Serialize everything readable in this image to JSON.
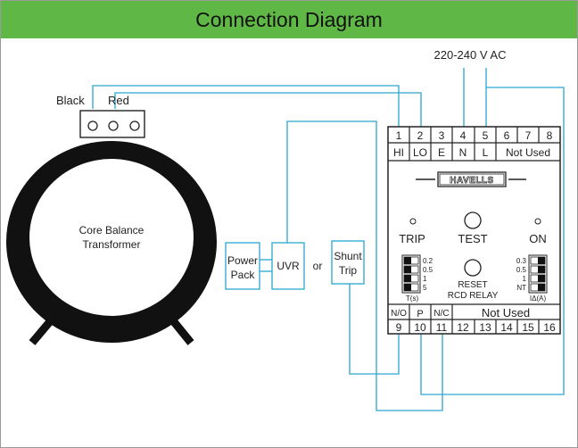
{
  "title": "Connection Diagram",
  "supply": "220-240 V AC",
  "wire_labels": {
    "black": "Black",
    "red": "Red"
  },
  "transformer": {
    "line1": "Core Balance",
    "line2": "Transformer"
  },
  "power_pack": {
    "line1": "Power",
    "line2": "Pack"
  },
  "uvr": "UVR",
  "or_text": "or",
  "shunt_trip": {
    "line1": "Shunt",
    "line2": "Trip"
  },
  "relay": {
    "brand": "HAVELLS",
    "top_terminals": [
      "1",
      "2",
      "3",
      "4",
      "5",
      "6",
      "7",
      "8"
    ],
    "top_functions": [
      "HI",
      "LO",
      "E",
      "N",
      "L"
    ],
    "top_not_used": "Not Used",
    "trip": "TRIP",
    "test": "TEST",
    "on": "ON",
    "time_settings": [
      "0.2",
      "0.5",
      "1",
      "5"
    ],
    "time_label": "T(s)",
    "reset_line1": "RESET",
    "reset_line2": "RCD RELAY",
    "current_settings": [
      "0.3",
      "0.5",
      "1",
      "NT"
    ],
    "current_label": "IΔ(A)",
    "bottom_contacts": [
      "N/O",
      "P",
      "N/C"
    ],
    "bottom_not_used": "Not Used",
    "bottom_terminals": [
      "9",
      "10",
      "11",
      "12",
      "13",
      "14",
      "15",
      "16"
    ]
  },
  "colors": {
    "header": "#5fb845",
    "wire": "#2aa7d0",
    "line": "#222222"
  }
}
